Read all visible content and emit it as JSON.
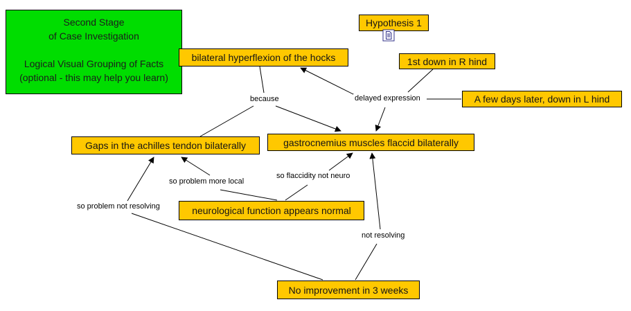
{
  "note": {
    "lines": [
      "Second Stage",
      "of Case Investigation",
      "",
      "Logical Visual Grouping of Facts",
      "(optional - this may help you learn)"
    ],
    "bg_color": "#00DD00"
  },
  "concepts": {
    "hypothesis": {
      "label": "Hypothesis 1",
      "resource_icon": "document-icon"
    },
    "hyperflexion": {
      "label": "bilateral hyperflexion of the hocks"
    },
    "r_hind": {
      "label": "1st down in R hind"
    },
    "l_hind": {
      "label": "A few days later, down in L hind"
    },
    "gaps": {
      "label": "Gaps in the achilles tendon bilaterally"
    },
    "gastrocnemius": {
      "label": "gastrocnemius muscles flaccid bilaterally"
    },
    "neuro_normal": {
      "label": "neurological function appears normal"
    },
    "no_improvement": {
      "label": "No improvement in 3 weeks"
    }
  },
  "link_labels": {
    "because": "because",
    "delayed": "delayed expression",
    "more_local": "so problem more local",
    "flaccidity": "so flaccidity not neuro",
    "problem_not_resolving": "so problem not resolving",
    "not_resolving": "not resolving"
  },
  "edges": [
    {
      "from": "bilateral hyperflexion of the hocks",
      "link": "because",
      "to": "Gaps in the achilles tendon bilaterally",
      "arrow": false
    },
    {
      "from": "bilateral hyperflexion of the hocks",
      "link": "because",
      "to": "gastrocnemius muscles flaccid bilaterally",
      "arrow": true
    },
    {
      "from": "1st down in R hind",
      "link": "delayed expression",
      "to": "bilateral hyperflexion of the hocks",
      "arrow": true
    },
    {
      "from": "A few days later, down in L hind",
      "link": "delayed expression",
      "to": "gastrocnemius muscles flaccid bilaterally",
      "arrow": true
    },
    {
      "from": "neurological function appears normal",
      "link": "so problem more local",
      "to": "Gaps in the achilles tendon bilaterally",
      "arrow": true
    },
    {
      "from": "neurological function appears normal",
      "link": "so flaccidity not neuro",
      "to": "gastrocnemius muscles flaccid bilaterally",
      "arrow": true
    },
    {
      "from": "No improvement in 3 weeks",
      "link": "so problem not resolving",
      "to": "Gaps in the achilles tendon bilaterally",
      "arrow": true
    },
    {
      "from": "No improvement in 3 weeks",
      "link": "not resolving",
      "to": "gastrocnemius muscles flaccid bilaterally",
      "arrow": true
    }
  ],
  "colors": {
    "concept_bg": "#FFC800",
    "note_bg": "#00DD00",
    "border": "#000000",
    "line": "#000000",
    "icon_stroke": "#30308A"
  }
}
